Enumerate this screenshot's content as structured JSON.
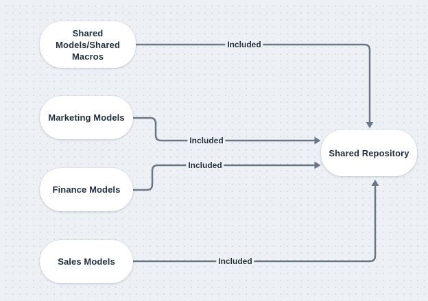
{
  "diagram": {
    "colors": {
      "background": "#edf0f4",
      "grid_dot": "#d5dae2",
      "node_fill": "#ffffff",
      "connector": "#6a7686",
      "text": "#22303e"
    },
    "nodes": [
      {
        "id": "shared-models-macros",
        "label": "Shared Models/Shared Macros",
        "lines": [
          "Shared",
          "Models/Shared",
          "Macros"
        ]
      },
      {
        "id": "marketing-models",
        "label": "Marketing Models"
      },
      {
        "id": "finance-models",
        "label": "Finance Models"
      },
      {
        "id": "sales-models",
        "label": "Sales Models"
      },
      {
        "id": "shared-repository",
        "label": "Shared Repository"
      }
    ],
    "edges": [
      {
        "from": "Shared Models/Shared Macros",
        "to": "Shared Repository",
        "label": "Included"
      },
      {
        "from": "Marketing Models",
        "to": "Shared Repository",
        "label": "Included"
      },
      {
        "from": "Finance Models",
        "to": "Shared Repository",
        "label": "Included"
      },
      {
        "from": "Sales Models",
        "to": "Shared Repository",
        "label": "Included"
      }
    ]
  }
}
